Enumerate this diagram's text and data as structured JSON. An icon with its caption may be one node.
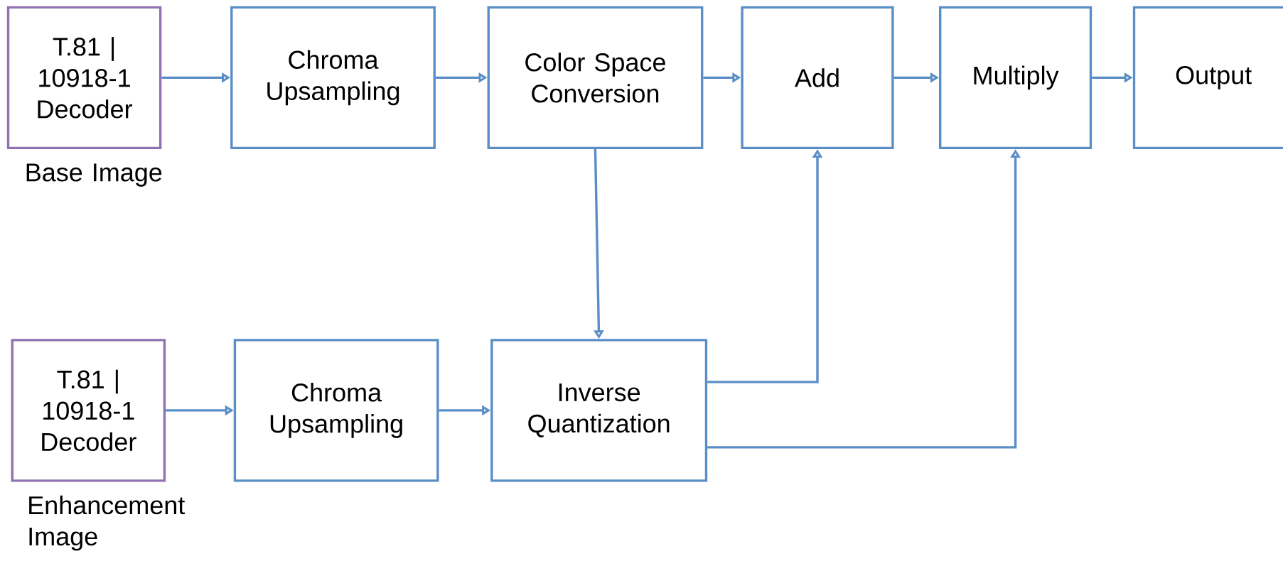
{
  "diagram": {
    "nodes": [
      {
        "text": [
          "T.81 | 10918-1 Decoder"
        ],
        "beside": [
          "Base Image"
        ]
      },
      {
        "text": [
          "Chroma Upsampling"
        ]
      },
      {
        "text": [
          "Color Space Conversion"
        ]
      },
      {
        "text": [
          "Add"
        ]
      },
      {
        "text": [
          "Multiply"
        ]
      },
      {
        "text": [
          "Output"
        ]
      },
      {
        "text": [
          "T.81 | 10918-1 Decoder"
        ],
        "beside": [
          "Enhancement Image"
        ]
      },
      {
        "text": [
          "Chroma Upsampling"
        ]
      },
      {
        "text": [
          "Inverse Quantization"
        ]
      }
    ],
    "edges": [
      {
        "from": 0,
        "to": 1,
        "arrow": "to"
      },
      {
        "from": 1,
        "to": 2,
        "arrow": "to"
      },
      {
        "from": 2,
        "to": 3,
        "arrow": "to"
      },
      {
        "from": 3,
        "to": 4,
        "arrow": "to"
      },
      {
        "from": 4,
        "to": 5,
        "arrow": "to"
      },
      {
        "from": 6,
        "to": 7,
        "arrow": "to"
      },
      {
        "from": 7,
        "to": 8,
        "arrow": "to"
      },
      {
        "from": 2,
        "to": 8,
        "arrow": "to"
      },
      {
        "from": 8,
        "to": 3,
        "arrow": "to"
      },
      {
        "from": 8,
        "to": 4,
        "arrow": "to"
      }
    ]
  }
}
